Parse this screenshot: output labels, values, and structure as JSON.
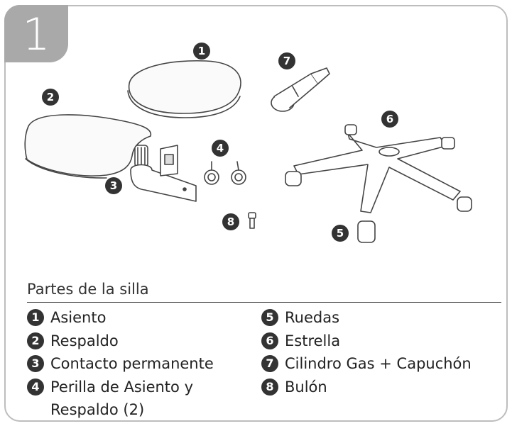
{
  "step": {
    "number": "1"
  },
  "callouts": [
    "1",
    "2",
    "3",
    "4",
    "5",
    "6",
    "7",
    "8"
  ],
  "parts_section": {
    "title": "Partes de la silla",
    "left_column": [
      {
        "num": "1",
        "label": "Asiento"
      },
      {
        "num": "2",
        "label": "Respaldo"
      },
      {
        "num": "3",
        "label": "Contacto permanente"
      },
      {
        "num": "4",
        "label": "Perilla de Asiento y Respaldo (2)"
      }
    ],
    "right_column": [
      {
        "num": "5",
        "label": "Ruedas"
      },
      {
        "num": "6",
        "label": "Estrella"
      },
      {
        "num": "7",
        "label": "Cilindro Gas + Capuchón"
      },
      {
        "num": "8",
        "label": "Bulón"
      }
    ]
  }
}
